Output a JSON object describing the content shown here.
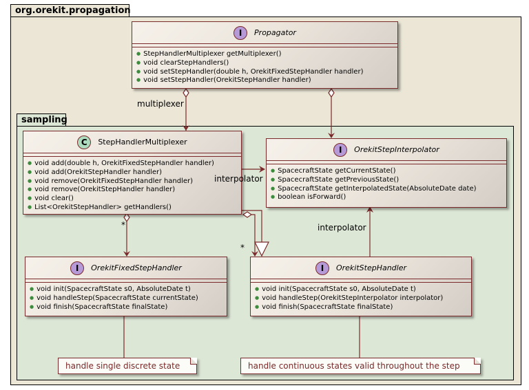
{
  "packages": {
    "outer": "org.orekit.propagation",
    "inner": "sampling"
  },
  "colors": {
    "outer_bg": "#ebe6d6",
    "inner_bg": "#dde7d6",
    "border": "#7a2a2a",
    "interface_badge": "#b69ad7",
    "class_badge": "#addbbd",
    "member_dot": "#3d8c3d"
  },
  "classes": {
    "propagator": {
      "stereotype": "I",
      "name": "Propagator",
      "members": [
        "StepHandlerMultiplexer getMultiplexer()",
        "void clearStepHandlers()",
        "void setStepHandler(double h, OrekitFixedStepHandler handler)",
        "void setStepHandler(OrekitStepHandler handler)"
      ]
    },
    "multiplexer": {
      "stereotype": "C",
      "name": "StepHandlerMultiplexer",
      "members": [
        "void add(double h, OrekitFixedStepHandler handler)",
        "void add(OrekitStepHandler handler)",
        "void remove(OrekitFixedStepHandler handler)",
        "void remove(OrekitStepHandler handler)",
        "void clear()",
        "List<OrekitStepHandler> getHandlers()"
      ]
    },
    "interpolator": {
      "stereotype": "I",
      "name": "OrekitStepInterpolator",
      "members": [
        "SpacecraftState getCurrentState()",
        "SpacecraftState getPreviousState()",
        "SpacecraftState getInterpolatedState(AbsoluteDate date)",
        "boolean isForward()"
      ]
    },
    "fixed_handler": {
      "stereotype": "I",
      "name": "OrekitFixedStepHandler",
      "members": [
        "void init(SpacecraftState s0, AbsoluteDate t)",
        "void handleStep(SpacecraftState currentState)",
        "void finish(SpacecraftState finalState)"
      ]
    },
    "step_handler": {
      "stereotype": "I",
      "name": "OrekitStepHandler",
      "members": [
        "void init(SpacecraftState s0, AbsoluteDate t)",
        "void handleStep(OrekitStepInterpolator interpolator)",
        "void finish(SpacecraftState finalState)"
      ]
    }
  },
  "labels": {
    "multiplexer_role": "multiplexer",
    "interpolator_role_1": "interpolator",
    "interpolator_role_2": "interpolator",
    "multiplicity_fixed": "*",
    "multiplicity_step": "*"
  },
  "notes": {
    "fixed_note": "handle single discrete state",
    "step_note": "handle continuous states valid throughout the step"
  }
}
